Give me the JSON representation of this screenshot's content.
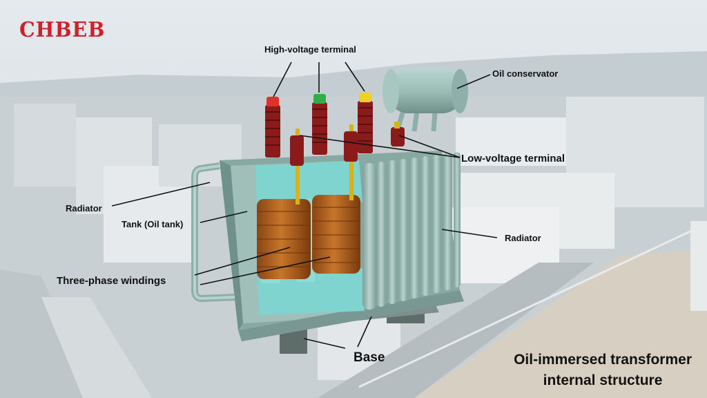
{
  "brand": {
    "name": "CHBEB",
    "color": "#d0202a"
  },
  "labels": {
    "high_voltage_terminal": "High-voltage terminal",
    "oil_conservator": "Oil conservator",
    "low_voltage_terminal": "Low-voltage terminal",
    "radiator_left": "Radiator",
    "radiator_right": "Radiator",
    "tank": "Tank (Oil tank)",
    "windings": "Three-phase windings",
    "base": "Base"
  },
  "caption": {
    "line1": "Oil-immersed transformer",
    "line2": "internal structure"
  },
  "colors": {
    "tank": "#9fbfb8",
    "tank_dark": "#6f918b",
    "core": "#7fd4cf",
    "winding": "#b5651d",
    "bushing": "#8b1a1a",
    "cap_red": "#e0302a",
    "cap_green": "#2fae4a",
    "cap_yellow": "#f0d020",
    "lv_rod": "#d8b21a"
  }
}
